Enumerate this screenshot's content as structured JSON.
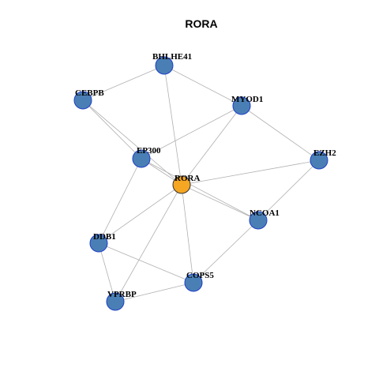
{
  "title": "RORA",
  "colors": {
    "hub_fill": "#F5A623",
    "hub_stroke": "#333333",
    "node_fill": "#4A7FB5",
    "node_stroke": "#1E3FC8",
    "edge": "#B0B0B0"
  },
  "nodes": [
    {
      "id": "RORA",
      "role": "hub"
    },
    {
      "id": "BHLHE41",
      "role": "neighbor"
    },
    {
      "id": "CEBPB",
      "role": "neighbor"
    },
    {
      "id": "MYOD1",
      "role": "neighbor"
    },
    {
      "id": "EP300",
      "role": "neighbor"
    },
    {
      "id": "EZH2",
      "role": "neighbor"
    },
    {
      "id": "NCOA1",
      "role": "neighbor"
    },
    {
      "id": "DDB1",
      "role": "neighbor"
    },
    {
      "id": "COPS5",
      "role": "neighbor"
    },
    {
      "id": "VPRBP",
      "role": "neighbor"
    }
  ],
  "edges": [
    [
      "BHLHE41",
      "CEBPB"
    ],
    [
      "BHLHE41",
      "MYOD1"
    ],
    [
      "BHLHE41",
      "RORA"
    ],
    [
      "CEBPB",
      "EP300"
    ],
    [
      "CEBPB",
      "RORA"
    ],
    [
      "MYOD1",
      "EP300"
    ],
    [
      "MYOD1",
      "RORA"
    ],
    [
      "MYOD1",
      "EZH2"
    ],
    [
      "EP300",
      "RORA"
    ],
    [
      "EP300",
      "DDB1"
    ],
    [
      "EP300",
      "NCOA1"
    ],
    [
      "RORA",
      "EZH2"
    ],
    [
      "RORA",
      "NCOA1"
    ],
    [
      "RORA",
      "DDB1"
    ],
    [
      "RORA",
      "COPS5"
    ],
    [
      "RORA",
      "VPRBP"
    ],
    [
      "EZH2",
      "NCOA1"
    ],
    [
      "NCOA1",
      "COPS5"
    ],
    [
      "DDB1",
      "COPS5"
    ],
    [
      "DDB1",
      "VPRBP"
    ],
    [
      "VPRBP",
      "COPS5"
    ]
  ]
}
